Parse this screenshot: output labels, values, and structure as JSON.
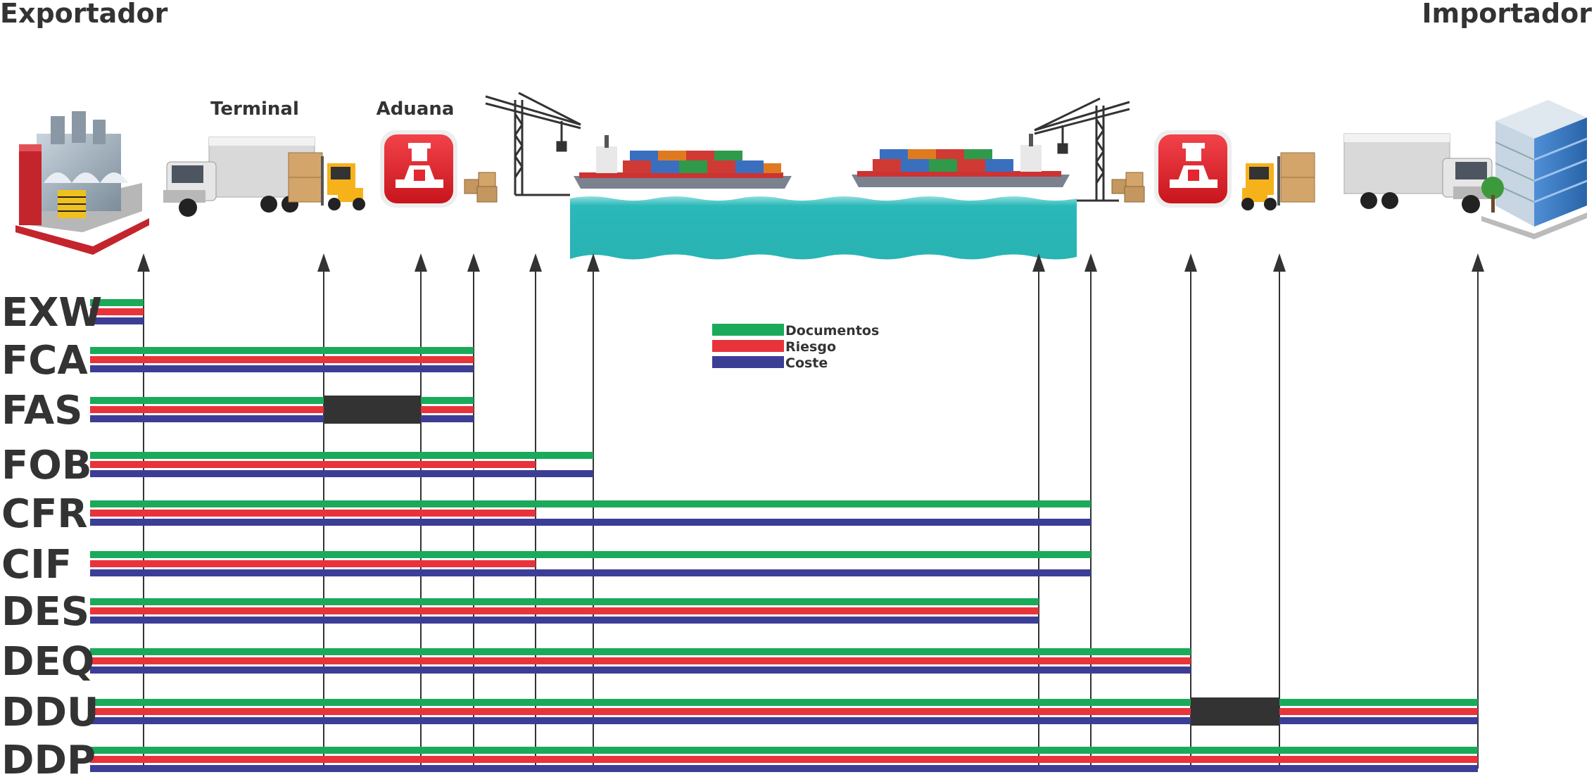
{
  "header": {
    "left_title": "Exportador",
    "right_title": "Importador"
  },
  "location_labels": {
    "terminal": "Terminal",
    "aduana": "Aduana"
  },
  "legend": [
    {
      "key": "documentos",
      "label": "Documentos",
      "color": "#1aaa5a"
    },
    {
      "key": "riesgo",
      "label": "Riesgo",
      "color": "#e8333b"
    },
    {
      "key": "coste",
      "label": "Coste",
      "color": "#3c3e96"
    }
  ],
  "colors": {
    "documentos": "#1aaa5a",
    "riesgo": "#e8333b",
    "coste": "#3c3e96",
    "gap": "#333333",
    "sea": "#2bb8b8",
    "customs_red": "#e3262f",
    "arrow": "#333333",
    "text": "#333333"
  },
  "icons": [
    {
      "name": "factory-icon"
    },
    {
      "name": "truck-icon"
    },
    {
      "name": "forklift-boxes-icon"
    },
    {
      "name": "customs-officer-icon"
    },
    {
      "name": "boxes-icon"
    },
    {
      "name": "crane-icon"
    },
    {
      "name": "container-ship-icon"
    },
    {
      "name": "sea-icon"
    },
    {
      "name": "container-ship-icon"
    },
    {
      "name": "crane-icon"
    },
    {
      "name": "boxes-icon"
    },
    {
      "name": "customs-officer-icon"
    },
    {
      "name": "forklift-boxes-icon"
    },
    {
      "name": "truck-icon"
    },
    {
      "name": "office-building-icon"
    }
  ],
  "incoterms": [
    {
      "code": "EXW"
    },
    {
      "code": "FCA"
    },
    {
      "code": "FAS"
    },
    {
      "code": "FOB"
    },
    {
      "code": "CFR"
    },
    {
      "code": "CIF"
    },
    {
      "code": "DES"
    },
    {
      "code": "DEQ"
    },
    {
      "code": "DDU"
    },
    {
      "code": "DDP"
    }
  ]
}
